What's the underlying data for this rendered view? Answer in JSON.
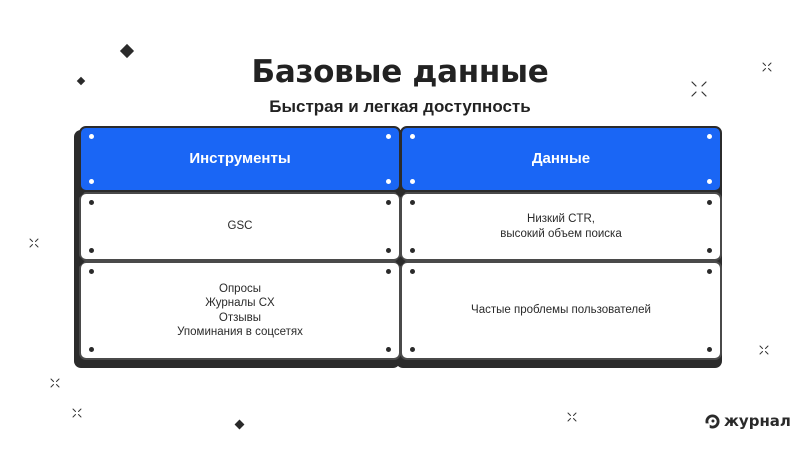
{
  "slide": {
    "title": "Базовые данные",
    "subtitle": "Быстрая и легкая доступность"
  },
  "table": {
    "headers": [
      "Инструменты",
      "Данные"
    ],
    "rows": [
      {
        "tool": "GSC",
        "data": "Низкий CTR,\nвысокий объем поиска"
      },
      {
        "tool": "Опросы\nЖурналы CX\nОтзывы\nУпоминания в соцсетях",
        "data": "Частые проблемы пользователей"
      }
    ]
  },
  "brand": {
    "name": "журнал"
  },
  "colors": {
    "header_bg": "#1a66f5",
    "border": "#2b2b2b",
    "text": "#2a2a2a"
  }
}
